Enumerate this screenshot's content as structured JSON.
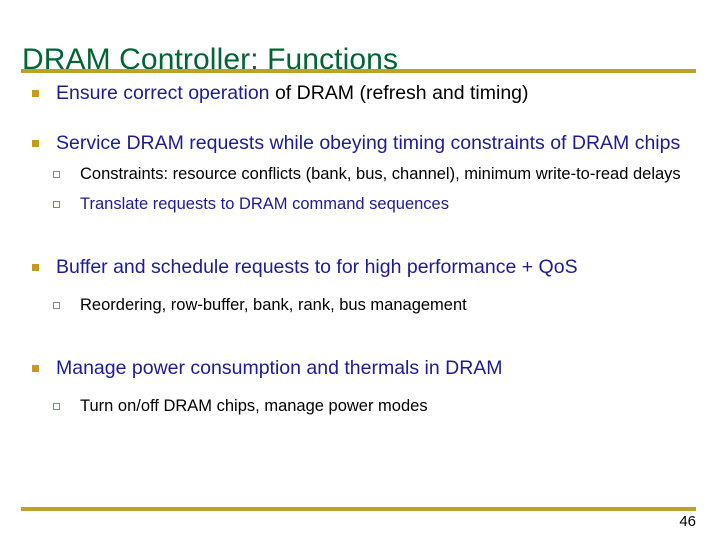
{
  "slide": {
    "title": "DRAM Controller: Functions",
    "page_number": "46",
    "colors": {
      "title": "#016434",
      "rule": "#c0a02a",
      "level1_text": "#1c1c96",
      "level1_marker": "#c89a22",
      "level2_text": "#000000",
      "level2_marker_border": "#74915f",
      "emphasis_black": "#000000"
    },
    "bullets": [
      {
        "level": 1,
        "text_blue": "Ensure correct operation",
        "text_black": " of DRAM (refresh and timing)"
      },
      {
        "level": 1,
        "text_blue": "Service DRAM requests while obeying timing constraints of DRAM chips",
        "text_black": ""
      },
      {
        "level": 2,
        "text": "Constraints: resource conflicts (bank, bus, channel), minimum write-to-read delays"
      },
      {
        "level": 2,
        "text": "Translate requests to DRAM command sequences"
      },
      {
        "level": 1,
        "text_blue": "Buffer and schedule requests to for high performance + QoS",
        "text_black": ""
      },
      {
        "level": 2,
        "text": "Reordering, row-buffer, bank, rank, bus management"
      },
      {
        "level": 1,
        "text_blue": "Manage power consumption and thermals in DRAM",
        "text_black": ""
      },
      {
        "level": 2,
        "text": "Turn on/off DRAM chips, manage power modes"
      }
    ]
  }
}
